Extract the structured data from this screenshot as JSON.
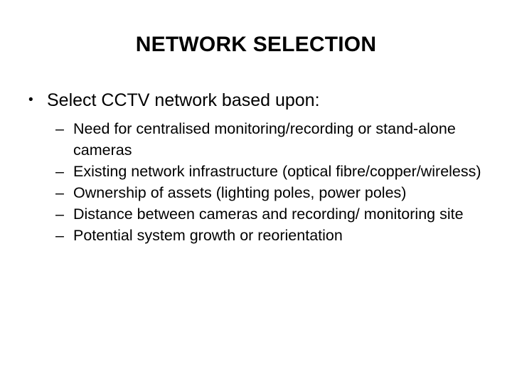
{
  "slide": {
    "title": "NETWORK SELECTION",
    "background_color": "#ffffff",
    "text_color": "#000000",
    "bullet_marker": "•",
    "sub_bullet_marker": "–",
    "level1": [
      {
        "text": "Select CCTV network based upon:",
        "children": [
          "Need for centralised monitoring/recording or stand-alone cameras",
          "Existing network infrastructure (optical fibre/copper/wireless)",
          "Ownership of assets (lighting poles, power poles)",
          "Distance between cameras and recording/ monitoring site",
          "Potential system growth or reorientation"
        ]
      }
    ]
  }
}
